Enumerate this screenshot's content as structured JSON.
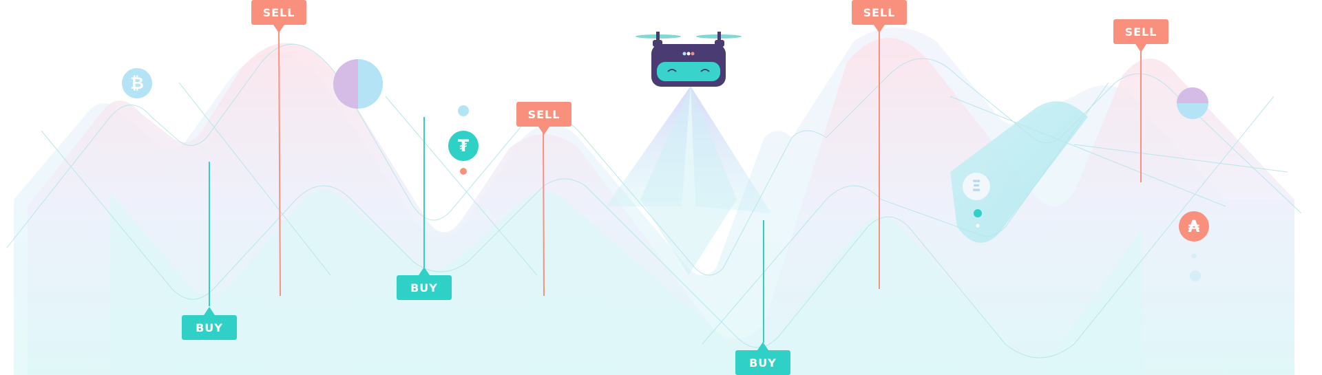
{
  "signals": {
    "sell_label": "SELL",
    "buy_label": "BUY"
  },
  "coins": {
    "bitcoin_symbol": "₿",
    "tether_symbol": "₮",
    "ethereum_symbol": "Ξ",
    "cardano_symbol": "₳"
  },
  "colors": {
    "sell": "#f9907d",
    "buy": "#2fd1c6",
    "drone_body": "#4a3b73",
    "drone_face": "#38d4cc"
  },
  "icons": [
    "drone-icon",
    "bitcoin-icon",
    "tether-icon",
    "ethereum-icon",
    "cardano-icon"
  ]
}
